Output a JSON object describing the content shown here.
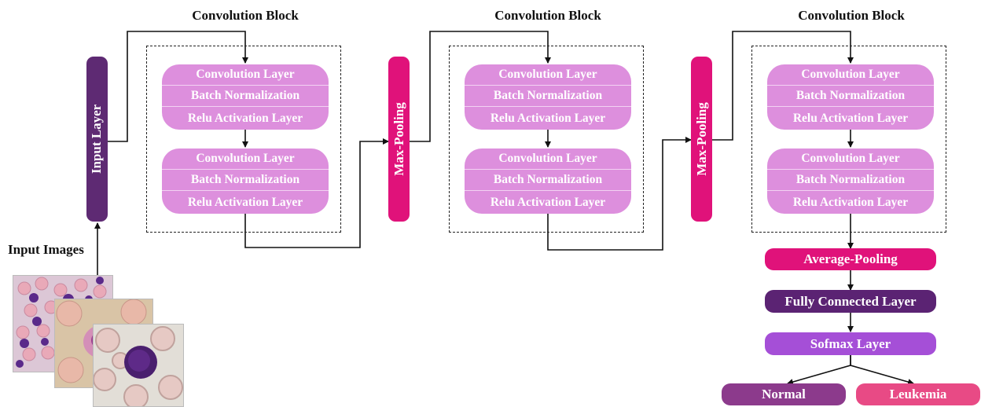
{
  "block_title": "Convolution Block",
  "input_layer": "Input Layer",
  "max_pooling": "Max-Pooling",
  "conv_rows": [
    "Convolution Layer",
    "Batch Normalization",
    "Relu Activation Layer"
  ],
  "input_images_label": "Input Images",
  "head": {
    "average_pooling": "Average-Pooling",
    "fully_connected": "Fully Connected Layer",
    "softmax": "Sofmax Layer",
    "normal": "Normal",
    "leukemia": "Leukemia"
  },
  "colors": {
    "input_layer": "#5e2a73",
    "max_pooling": "#e0127a",
    "conv": "#dd8fdd",
    "average_pooling": "#e0127a",
    "fully_connected": "#5b2373",
    "softmax": "#a54fd7",
    "normal": "#8c3a8c",
    "leukemia": "#e84a85"
  }
}
